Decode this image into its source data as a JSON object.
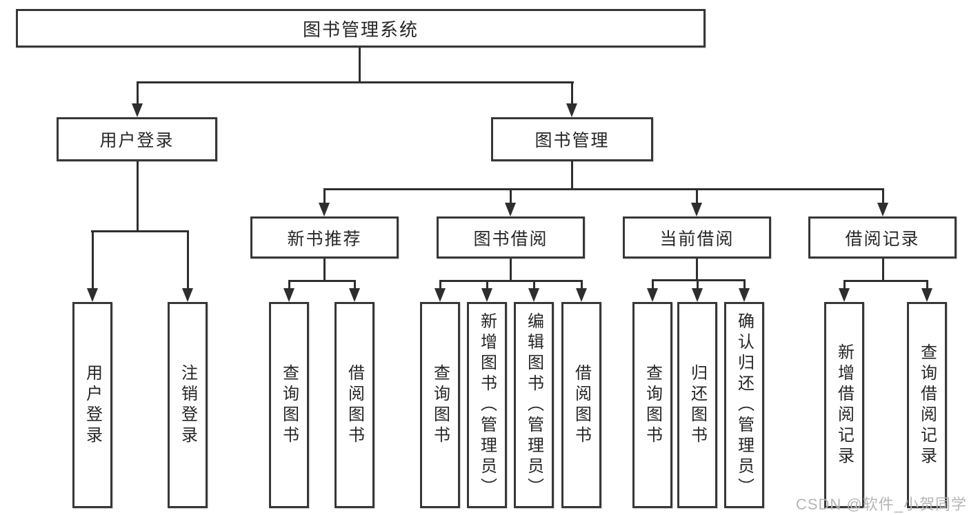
{
  "tree": {
    "label": "图书管理系统",
    "children": [
      {
        "label": "用户登录",
        "children": [
          {
            "label": "用户登录"
          },
          {
            "label": "注销登录"
          }
        ]
      },
      {
        "label": "图书管理",
        "children": [
          {
            "label": "新书推荐",
            "children": [
              {
                "label": "查询图书"
              },
              {
                "label": "借阅图书"
              }
            ]
          },
          {
            "label": "图书借阅",
            "children": [
              {
                "label": "查询图书"
              },
              {
                "label": "新增图书（管理员）"
              },
              {
                "label": "编辑图书（管理员）"
              },
              {
                "label": "借阅图书"
              }
            ]
          },
          {
            "label": "当前借阅",
            "children": [
              {
                "label": "查询图书"
              },
              {
                "label": "归还图书"
              },
              {
                "label": "确认归还（管理员）"
              }
            ]
          },
          {
            "label": "借阅记录",
            "children": [
              {
                "label": "新增借阅记录"
              },
              {
                "label": "查询借阅记录"
              }
            ]
          }
        ]
      }
    ]
  },
  "watermark": {
    "text": "CSDN @软件_小贺同学"
  },
  "colors": {
    "background": "#ffffff",
    "box_border": "#373737",
    "connector_line": "#2e2e2e",
    "text": "#262626",
    "watermark_text": "#b6b6b6"
  }
}
